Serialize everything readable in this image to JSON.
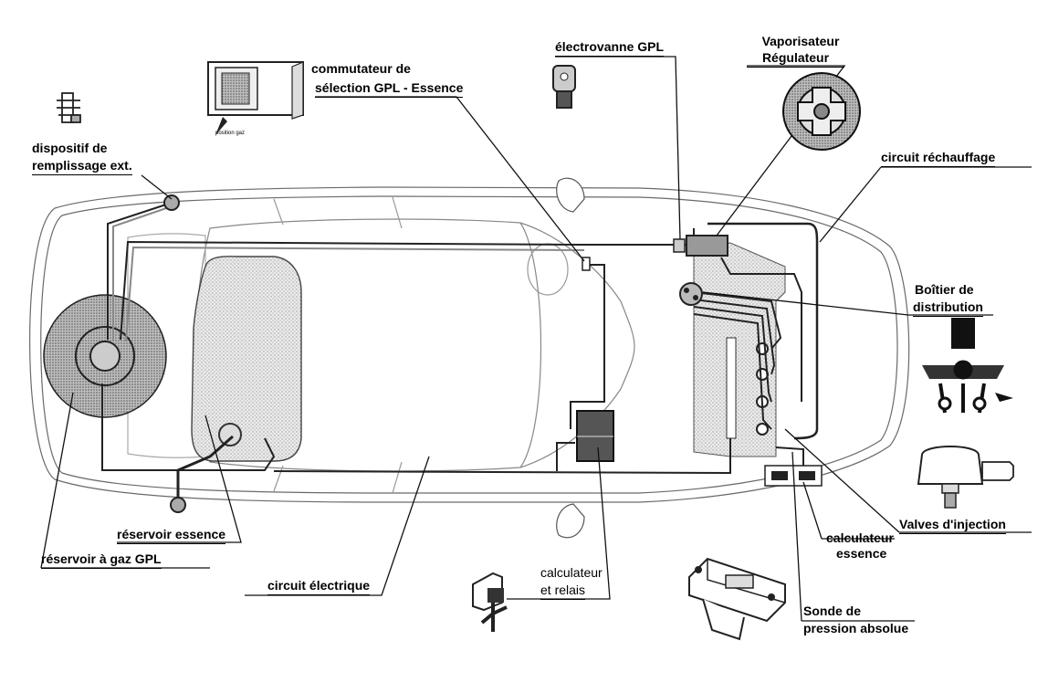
{
  "labels": {
    "commutateur_l1": "commutateur de",
    "commutateur_l2": "sélection GPL - Essence",
    "commutateur_small": "position gaz",
    "electrovanne": "électrovanne GPL",
    "vaporisateur_l1": "Vaporisateur",
    "vaporisateur_l2": "Régulateur",
    "dispositif_l1": "dispositif de",
    "dispositif_l2": "remplissage ext.",
    "circuit_rechauffage": "circuit réchauffage",
    "boitier_l1": "Boîtier de",
    "boitier_l2": "distribution",
    "reservoir_essence": "réservoir essence",
    "reservoir_gaz": "réservoir à gaz  GPL",
    "circuit_electrique": "circuit électrique",
    "calculateur_relais_l1": "calculateur",
    "calculateur_relais_l2": "et relais",
    "valves_injection": "Valves d'injection",
    "calculateur_essence_l1": "calculateur",
    "calculateur_essence_l2": "essence",
    "sonde_l1": "Sonde de",
    "sonde_l2": "pression absolue"
  }
}
